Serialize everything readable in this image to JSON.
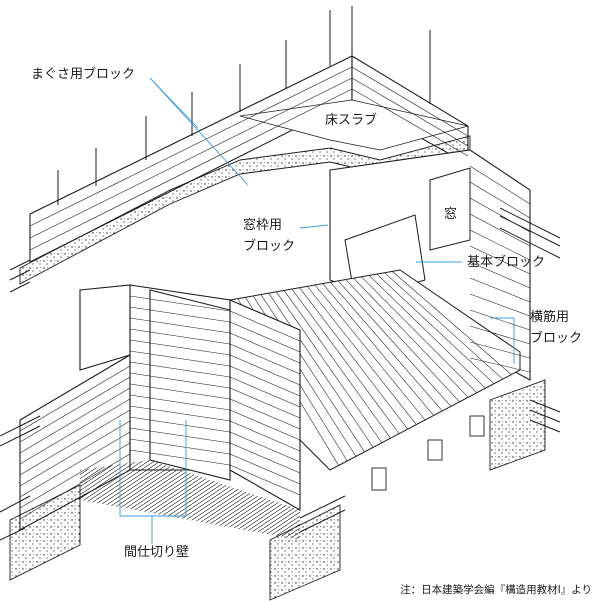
{
  "labels": {
    "magusa_block": "まぐさ用ブロック",
    "floor_slab": "床スラブ",
    "window_frame_block_line1": "窓枠用",
    "window_frame_block_line2": "ブロック",
    "window": "窓",
    "basic_block": "基本ブロック",
    "horizontal_rebar_block_line1": "横筋用",
    "horizontal_rebar_block_line2": "ブロック",
    "partition_wall": "間仕切り壁"
  },
  "source_note": "注：日本建築学会編『構造用教材Ⅰ』より",
  "colors": {
    "line": "#1c1c1c",
    "leader": "#3a9ad9",
    "background": "#ffffff"
  }
}
